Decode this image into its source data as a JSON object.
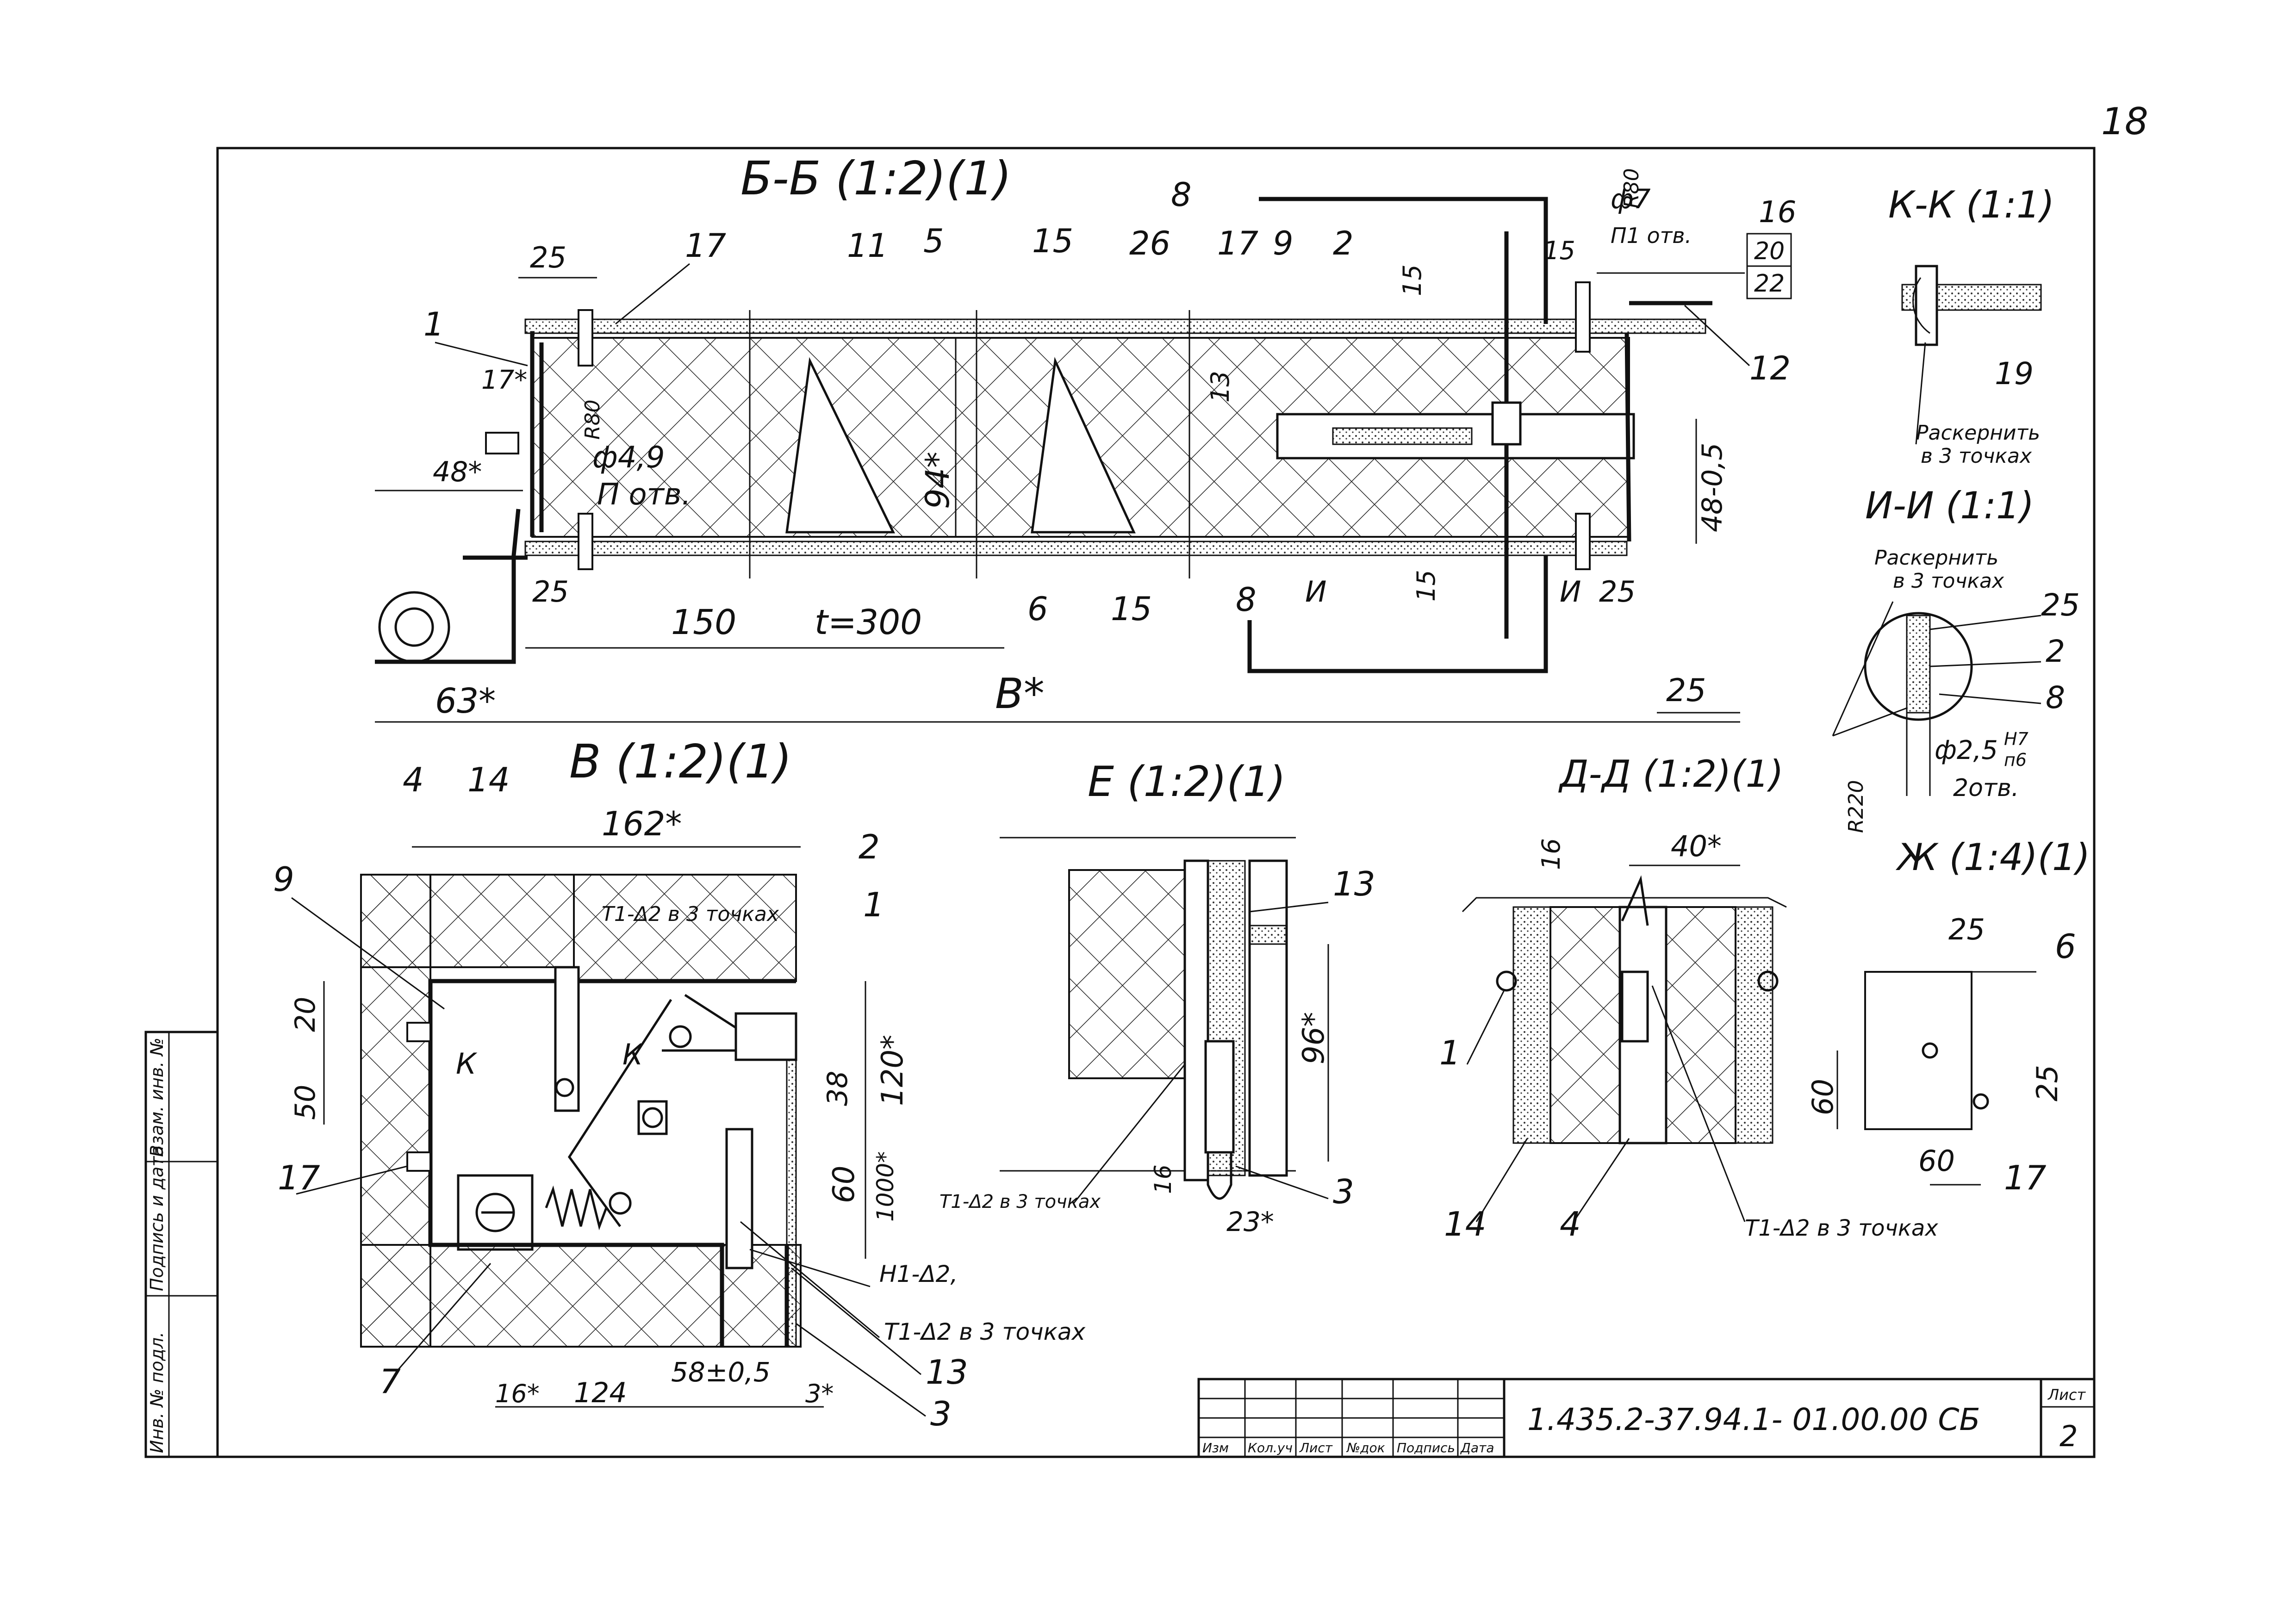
{
  "page_number": "18",
  "views": {
    "bb": {
      "title": "Б-Б (1:2)(1)"
    },
    "kk": {
      "title": "К-К (1:1)",
      "note1": "Раскернить",
      "note2": "в 3 точках"
    },
    "ii": {
      "title": "И-И (1:1)",
      "note1": "Раскернить",
      "note2": "в 3 точках"
    },
    "v": {
      "title": "В (1:2)(1)"
    },
    "e": {
      "title": "Е (1:2)(1)"
    },
    "dd": {
      "title": "Д-Д (1:2)(1)"
    },
    "zh": {
      "title": "Ж (1:4)(1)"
    }
  },
  "bb_labels": {
    "dims": [
      "25",
      "17*",
      "48*",
      "25",
      "150",
      "t=300",
      "63*",
      "B*",
      "25",
      "15",
      "15",
      "13",
      "94*",
      "48-0,5",
      "15",
      "25",
      "ф7",
      "П1 отв.",
      "ф4,9",
      "П отв.",
      "R80",
      "R80"
    ],
    "items": [
      "1",
      "17",
      "11",
      "5",
      "15",
      "26",
      "17",
      "9",
      "2",
      "8",
      "16",
      "20",
      "22",
      "12",
      "6",
      "15",
      "8"
    ],
    "cut": "И"
  },
  "kk_labels": {
    "items": [
      "19"
    ]
  },
  "ii_labels": {
    "items": [
      "25",
      "2",
      "8"
    ],
    "dims": [
      "ф2,5",
      "H7",
      "п6",
      "2отв.",
      "R220"
    ]
  },
  "v_labels": {
    "dims": [
      "162*",
      "20",
      "50",
      "38",
      "120*",
      "60",
      "1000*",
      "16*",
      "124",
      "58±0,5",
      "3*"
    ],
    "items": [
      "4",
      "14",
      "9",
      "2",
      "1",
      "17",
      "7",
      "13",
      "3"
    ],
    "notes": [
      "Т1-Δ2 в 3 точках",
      "Н1-Δ2,",
      "Т1-Δ2 в 3 точках"
    ],
    "cut": "К"
  },
  "e_labels": {
    "dims": [
      "96*",
      "16",
      "23*"
    ],
    "items": [
      "13",
      "3"
    ],
    "note": "Т1-Δ2 в 3 точках"
  },
  "dd_labels": {
    "dims": [
      "16",
      "40*"
    ],
    "items": [
      "1",
      "14",
      "4"
    ],
    "note": "Т1-Δ2 в 3 точках"
  },
  "zh_labels": {
    "dims": [
      "25",
      "60",
      "60",
      "25"
    ],
    "items": [
      "6",
      "17"
    ]
  },
  "side_stamp": [
    "Инв. № подл.",
    "Подпись и дата",
    "Взам. инв. №"
  ],
  "title_block": {
    "doc_number": "1.435.2-37.94.1- 01.00.00 СБ",
    "sheet_label": "Лист",
    "sheet": "2",
    "cols": [
      "Изм",
      "Кол.уч",
      "Лист",
      "№док",
      "Подпись",
      "Дата"
    ]
  }
}
